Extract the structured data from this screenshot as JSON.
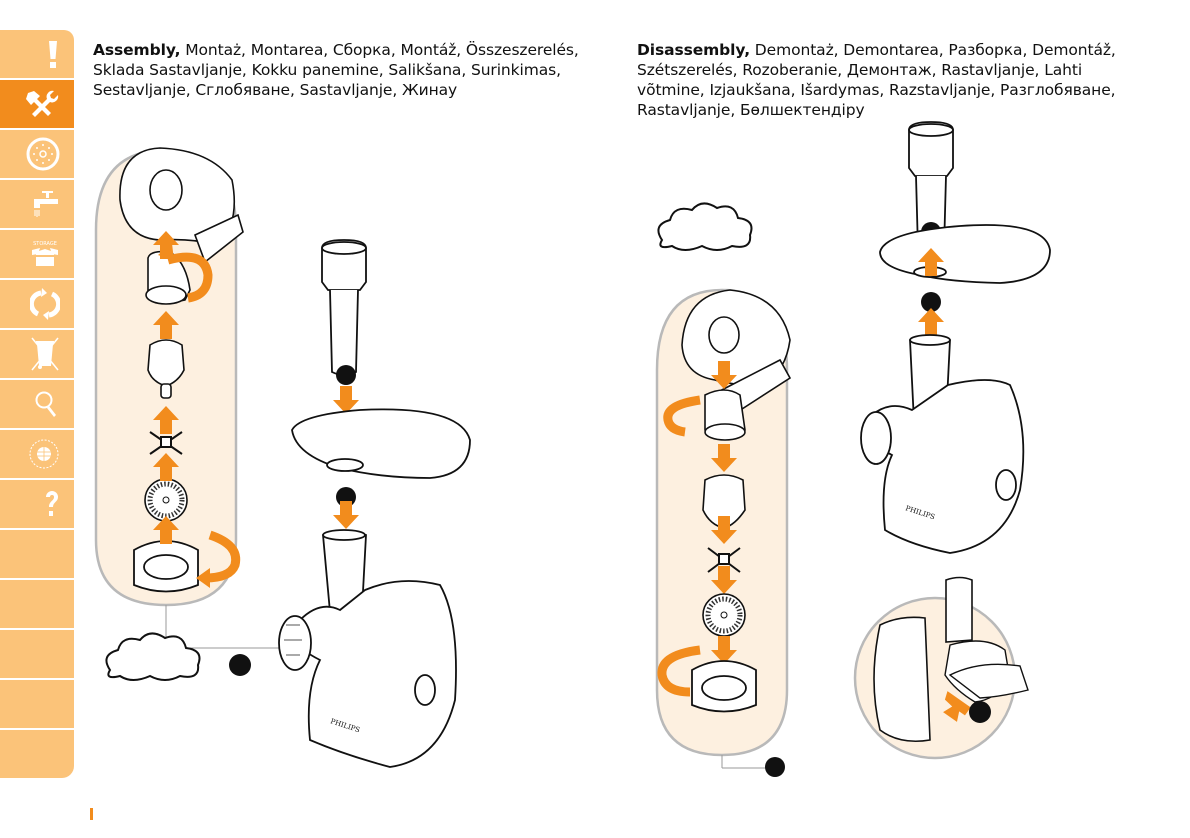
{
  "sidebar": {
    "tabs": [
      {
        "icon": "exclamation-icon",
        "label": "!",
        "active": false
      },
      {
        "icon": "tools-icon",
        "label": "",
        "active": true
      },
      {
        "icon": "disc-icon",
        "label": "",
        "active": false
      },
      {
        "icon": "faucet-icon",
        "label": "",
        "active": false
      },
      {
        "icon": "storage-box-icon",
        "label": "STORAGE",
        "active": false
      },
      {
        "icon": "refresh-icon",
        "label": "",
        "active": false
      },
      {
        "icon": "crossed-bin-icon",
        "label": "",
        "active": false
      },
      {
        "icon": "magnifier-icon",
        "label": "",
        "active": false
      },
      {
        "icon": "guarantee-globe-icon",
        "label": "WORLD-WIDE GUARANTEE",
        "active": false
      },
      {
        "icon": "question-icon",
        "label": "?",
        "active": false
      },
      {
        "icon": "",
        "label": "",
        "active": false
      },
      {
        "icon": "",
        "label": "",
        "active": false
      },
      {
        "icon": "",
        "label": "",
        "active": false
      },
      {
        "icon": "",
        "label": "",
        "active": false
      },
      {
        "icon": "",
        "label": "",
        "active": false
      }
    ]
  },
  "assembly": {
    "title": "Assembly,",
    "translations": " Montaż, Montarea, Сборка, Montáž, Összeszerelés, Sklada Sastavljanje, Kokku panemine, Salikšana, Surinkimas, Sestavljanje, Сглобяване, Sastavljanje, Жинау",
    "brand_label": "PHILIPS"
  },
  "disassembly": {
    "title": "Disassembly,",
    "translations": " Demontaż, Demontarea, Разборка, Demontáž, Szétszerelés, Rozoberanie, Демонтаж, Rastavljanje, Lahti võtmine, Izjaukšana, Išardymas, Razstavljanje, Разглобяване, Rastavljanje, Бөлшектендіру",
    "brand_label": "PHILIPS"
  },
  "colors": {
    "accent": "#f28c1d",
    "tab": "#fbc379",
    "panel": "#fdf0e0",
    "panel_border": "#b9b9b9"
  }
}
